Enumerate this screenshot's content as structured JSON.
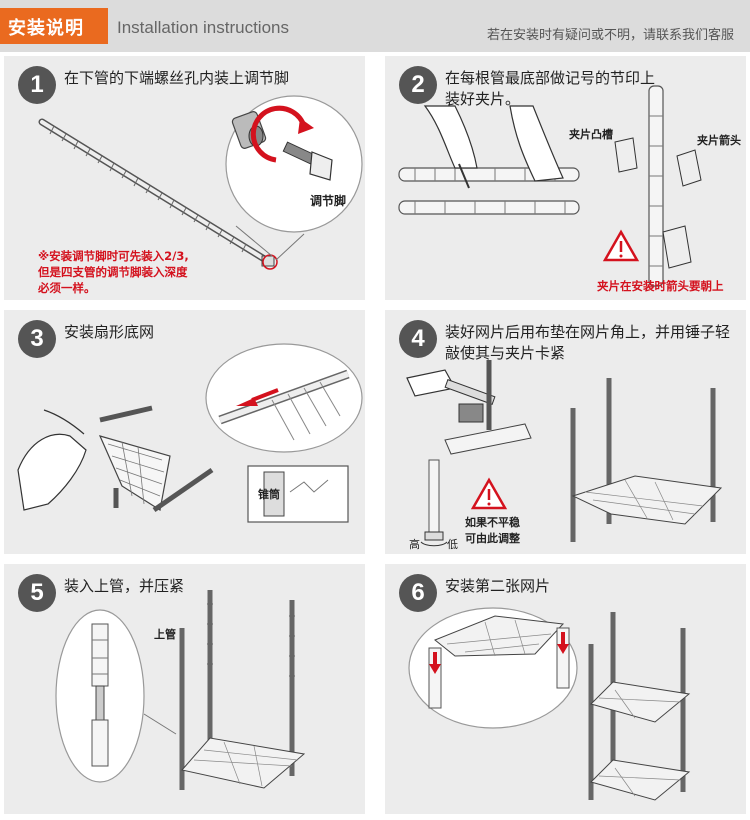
{
  "header": {
    "title_cn": "安装说明",
    "title_en": "Installation instructions",
    "notice": "若在安装时有疑问或不明，请联系我们客服"
  },
  "steps": [
    {
      "number": "1",
      "text": "在下管的下端螺丝孔内装上调节脚",
      "label_foot": "调节脚",
      "note_line1": "※安装调节脚时可先装入2/3,",
      "note_line2": "但是四支管的调节脚装入深度",
      "note_line3": "必须一样。"
    },
    {
      "number": "2",
      "text": "在每根管最底部做记号的节印上装好夹片。",
      "label_groove": "夹片凸槽",
      "label_arrow": "夹片箭头",
      "note": "夹片在安装时箭头要朝上"
    },
    {
      "number": "3",
      "text": "安装扇形底网",
      "label_taper": "锥筒"
    },
    {
      "number": "4",
      "text": "装好网片后用布垫在网片角上，并用锤子轻敲使其与夹片卡紧",
      "label_high": "高",
      "label_low": "低",
      "note_line1": "如果不平稳",
      "note_line2": "可由此调整"
    },
    {
      "number": "5",
      "text": "装入上管，并压紧",
      "label_upper": "上管"
    },
    {
      "number": "6",
      "text": "安装第二张网片"
    }
  ],
  "colors": {
    "accent": "#ea6a1f",
    "warning_red": "#d4121e",
    "panel_bg": "#ececec",
    "header_bg": "#dcdcdc"
  }
}
